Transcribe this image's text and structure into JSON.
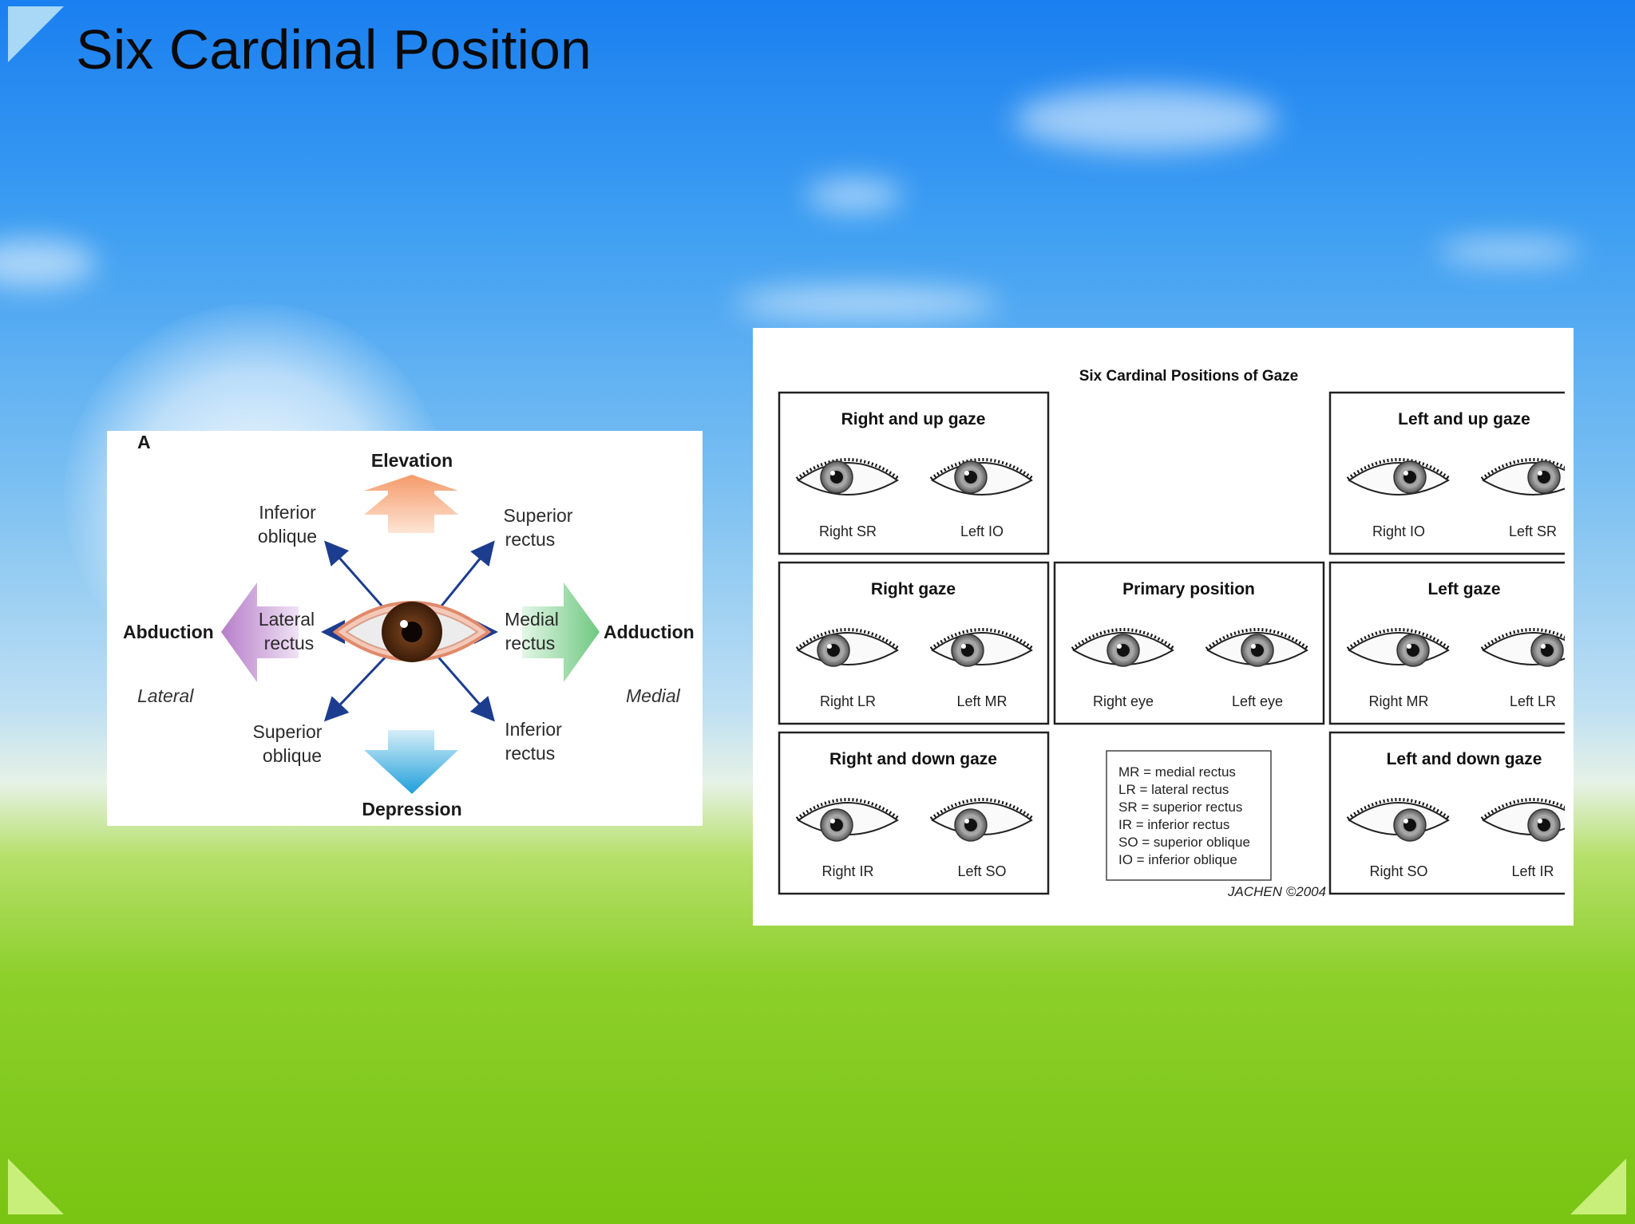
{
  "slide": {
    "title": "Six Cardinal Position"
  },
  "diagram_a": {
    "panel_letter": "A",
    "elevation": "Elevation",
    "depression": "Depression",
    "abduction": "Abduction",
    "adduction": "Adduction",
    "lateral": "Lateral",
    "medial": "Medial",
    "inferior_oblique": [
      "Inferior",
      "oblique"
    ],
    "superior_rectus": [
      "Superior",
      "rectus"
    ],
    "lateral_rectus": [
      "Lateral",
      "rectus"
    ],
    "medial_rectus": [
      "Medial",
      "rectus"
    ],
    "superior_oblique": [
      "Superior",
      "oblique"
    ],
    "inferior_rectus": [
      "Inferior",
      "rectus"
    ],
    "colors": {
      "elevation": "#f59a6a",
      "depression": "#2ea7de",
      "abduction": "#c08ad0",
      "adduction": "#7ccf8a",
      "arrows": "#1c3d8f",
      "iris": "#6b3a1a"
    }
  },
  "diagram_b": {
    "title": "Six Cardinal Positions of Gaze",
    "boxes": [
      {
        "heading": "Right and up gaze",
        "left_label": "Right SR",
        "right_label": "Left IO"
      },
      {
        "heading": "Left and up gaze",
        "left_label": "Right IO",
        "right_label": "Left SR"
      },
      {
        "heading": "Right gaze",
        "left_label": "Right LR",
        "right_label": "Left MR"
      },
      {
        "heading": "Primary position",
        "left_label": "Right eye",
        "right_label": "Left eye"
      },
      {
        "heading": "Left gaze",
        "left_label": "Right MR",
        "right_label": "Left LR"
      },
      {
        "heading": "Right and down gaze",
        "left_label": "Right IR",
        "right_label": "Left SO"
      },
      {
        "heading": "Left and down gaze",
        "left_label": "Right SO",
        "right_label": "Left IR"
      }
    ],
    "legend": [
      "MR = medial rectus",
      "LR = lateral rectus",
      "SR = superior rectus",
      "IR = inferior rectus",
      "SO = superior oblique",
      "IO = inferior oblique"
    ],
    "signature": "JACHEN ©2004"
  }
}
